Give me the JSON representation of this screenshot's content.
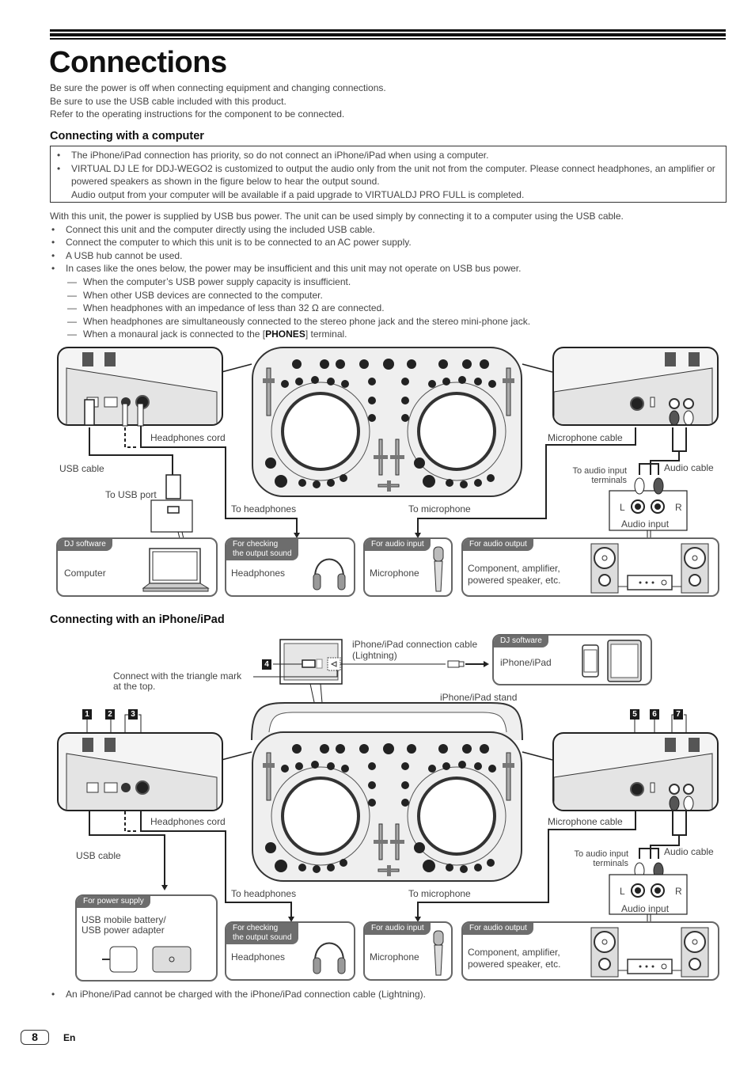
{
  "page": {
    "title": "Connections",
    "intro": [
      "Be sure the power is off when connecting equipment and changing connections.",
      "Be sure to use the USB cable included with this product.",
      "Refer to the operating instructions for the component to be connected."
    ],
    "page_number": "8",
    "language": "En"
  },
  "computer_section": {
    "heading": "Connecting with a computer",
    "notes": [
      "The iPhone/iPad connection has priority, so do not connect an iPhone/iPad when using a computer.",
      "VIRTUAL DJ LE for DDJ-WEGO2 is customized to output the audio only from the unit not from the computer. Please connect headphones, an amplifier or powered speakers as shown in the figure below to hear the output sound.",
      "Audio output from your computer will be available if a paid upgrade to VIRTUALDJ PRO FULL is completed."
    ],
    "power_text": "With this unit, the power is supplied by USB bus power. The unit can be used simply by connecting it to a computer using the USB cable.",
    "bullets": [
      "Connect this unit and the computer directly using the included USB cable.",
      "Connect the computer to which this unit is to be connected to an AC power supply.",
      "A USB hub cannot be used.",
      "In cases like the ones below, the power may be insufficient and this unit may not operate on USB bus power."
    ],
    "dashes": [
      "When the computer’s USB power supply capacity is insufficient.",
      "When other USB devices are connected to the computer.",
      "When headphones with an impedance of less than 32 Ω are connected.",
      "When headphones are simultaneously connected to the stereo phone jack and the stereo mini-phone jack."
    ],
    "last_dash_pre": "When a monaural jack is connected to the [",
    "last_dash_bold": "PHONES",
    "last_dash_post": "] terminal.",
    "diagram": {
      "headphones_cord": "Headphones cord",
      "usb_cable": "USB cable",
      "to_usb_port": "To USB port",
      "to_headphones": "To headphones",
      "to_microphone": "To microphone",
      "microphone_cable": "Microphone cable",
      "audio_cable": "Audio cable",
      "to_audio_input": "To audio input",
      "terminals": "terminals",
      "audio_input": "Audio input",
      "left": "L",
      "right": "R",
      "devices": [
        {
          "tag": "DJ software",
          "name": "Computer"
        },
        {
          "tag_line1": "For checking",
          "tag_line2": "the output sound",
          "name": "Headphones"
        },
        {
          "tag": "For audio input",
          "name": "Microphone"
        },
        {
          "tag": "For audio output",
          "name_line1": "Component, amplifier,",
          "name_line2": "powered speaker, etc."
        }
      ]
    }
  },
  "iphone_section": {
    "heading": "Connecting with an iPhone/iPad",
    "diagram": {
      "cable_label_line1": "iPhone/iPad connection cable",
      "cable_label_line2": "(Lightning)",
      "triangle_note_line1": "Connect with the triangle mark",
      "triangle_note_line2": "at the top.",
      "stand_label": "iPhone/iPad stand",
      "headphones_cord": "Headphones cord",
      "usb_cable": "USB cable",
      "to_headphones": "To headphones",
      "to_microphone": "To microphone",
      "microphone_cable": "Microphone cable",
      "audio_cable": "Audio cable",
      "to_audio_input": "To audio input",
      "terminals": "terminals",
      "audio_input": "Audio input",
      "left": "L",
      "right": "R",
      "callouts": [
        "1",
        "2",
        "3",
        "4",
        "5",
        "6",
        "7"
      ],
      "dj_device": {
        "tag": "DJ software",
        "name": "iPhone/iPad"
      },
      "devices": [
        {
          "tag": "For power supply",
          "name_line1": "USB mobile battery/",
          "name_line2": "USB power adapter"
        },
        {
          "tag_line1": "For checking",
          "tag_line2": "the output sound",
          "name": "Headphones"
        },
        {
          "tag": "For audio input",
          "name": "Microphone"
        },
        {
          "tag": "For audio output",
          "name_line1": "Component, amplifier,",
          "name_line2": "powered speaker, etc."
        }
      ]
    },
    "footnote": "An iPhone/iPad cannot be charged with the iPhone/iPad connection cable (Lightning)."
  }
}
